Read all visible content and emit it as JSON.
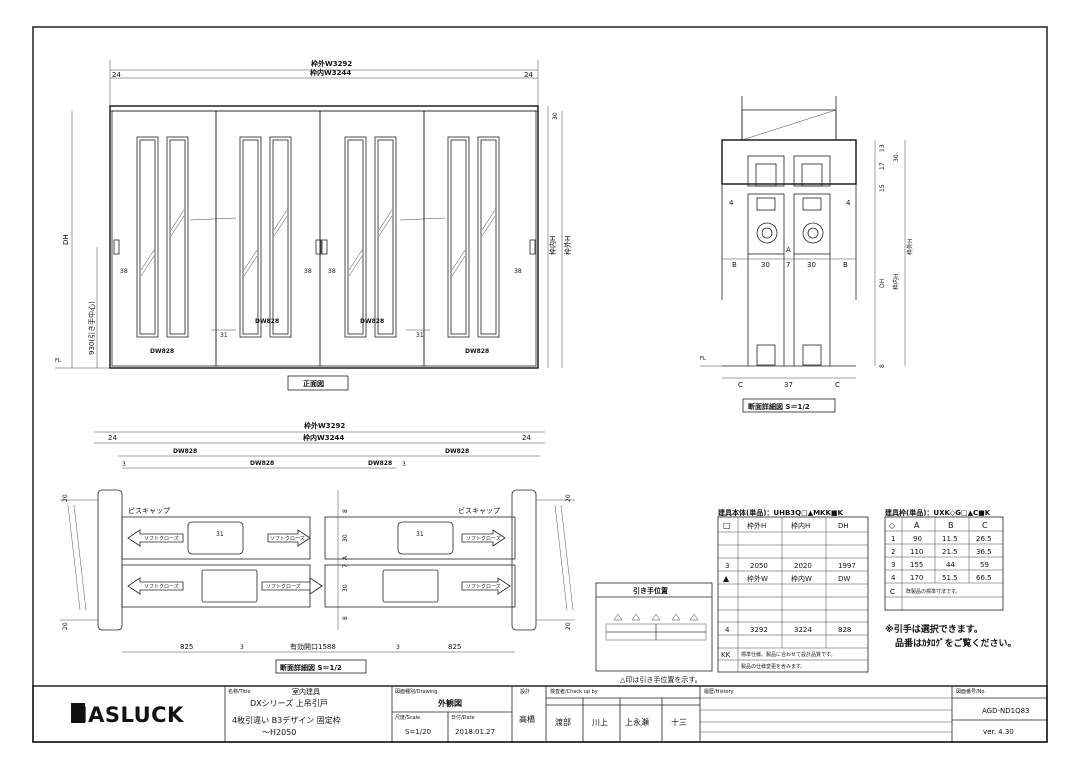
{
  "labels": {
    "outer_w": "枠外W3292",
    "inner_w": "枠内W3244",
    "dim_24": "24",
    "dim_30": "30",
    "dim_38": "38",
    "dim_31": "31",
    "dw828": "DW828",
    "dh": "DH",
    "inner_h": "枠内H",
    "outer_h": "枠外H",
    "handle_center": "930(引き手中心)",
    "fl": "FL",
    "front_view": "正面図",
    "section_detail": "断面詳細図 S＝1/2",
    "section_13": "13",
    "section_17": "17",
    "section_15": "15",
    "section_4": "4",
    "section_8": "8",
    "section_B": "B",
    "section_7": "7",
    "section_A": "A",
    "section_C": "C",
    "section_37": "37",
    "dim_3": "3",
    "dim_20": "20",
    "screw_cap": "ビスキャップ",
    "soft_close": "ソフトクローズ",
    "dim_825": "825",
    "opening": "有効開口1588",
    "handle_pos_title": "引き手位置",
    "handle_pos_note": "△印は引き手位置を示す。",
    "handle_note1": "※引手は選択できます。",
    "handle_note2": "品番はｶﾀﾛｸﾞをご覧ください。"
  },
  "table1": {
    "title": "建具本体(単品)：UHB3Q□▲MKK■K",
    "header1": [
      "□",
      "枠外H",
      "枠内H",
      "DH"
    ],
    "row3": [
      "3",
      "2050",
      "2020",
      "1997"
    ],
    "header2": [
      "▲",
      "枠外W",
      "枠内W",
      "DW"
    ],
    "row4": [
      "4",
      "3292",
      "3224",
      "828"
    ],
    "kk": "KK",
    "kk_note": "標準仕様。製品に合わせて設計品質です。",
    "kk_note2": "製品の仕様変更を含みます。"
  },
  "table2": {
    "title": "建具枠(単品)：UXK◇G□▲C■K",
    "header": [
      "◇",
      "A",
      "B",
      "C"
    ],
    "rows": [
      [
        "1",
        "90",
        "11.5",
        "26.5"
      ],
      [
        "2",
        "110",
        "21.5",
        "36.5"
      ],
      [
        "3",
        "155",
        "44",
        "59"
      ],
      [
        "4",
        "170",
        "51.5",
        "66.5"
      ]
    ],
    "c_label": "C",
    "c_note": "既製品の標準寸法です。"
  },
  "title_block": {
    "logo": "NASLUCK",
    "title_hdr": "名称/Title",
    "title_line1": "室内建具",
    "title_line2": "DXシリーズ 上吊引戸",
    "title_line3": "4枚引違い B3デザイン 固定枠",
    "title_line4": "～H2050",
    "drawing_hdr": "図面種別/Drawing",
    "drawing_name": "外観図",
    "scale_hdr": "尺度/Scale",
    "scale": "S=1/20",
    "date_hdr": "日付/Date",
    "date": "2018.01.27",
    "design_hdr": "設計",
    "designer": "高橋",
    "check_hdr": "検査者/Check up by",
    "checkers": [
      "渡部",
      "川上",
      "上永瀬",
      "十三"
    ],
    "history_hdr": "履歴/History",
    "drawing_no_hdr": "図面番号/No.",
    "drawing_no": "AGD-ND1Q83",
    "version": "ver. 4.30"
  }
}
